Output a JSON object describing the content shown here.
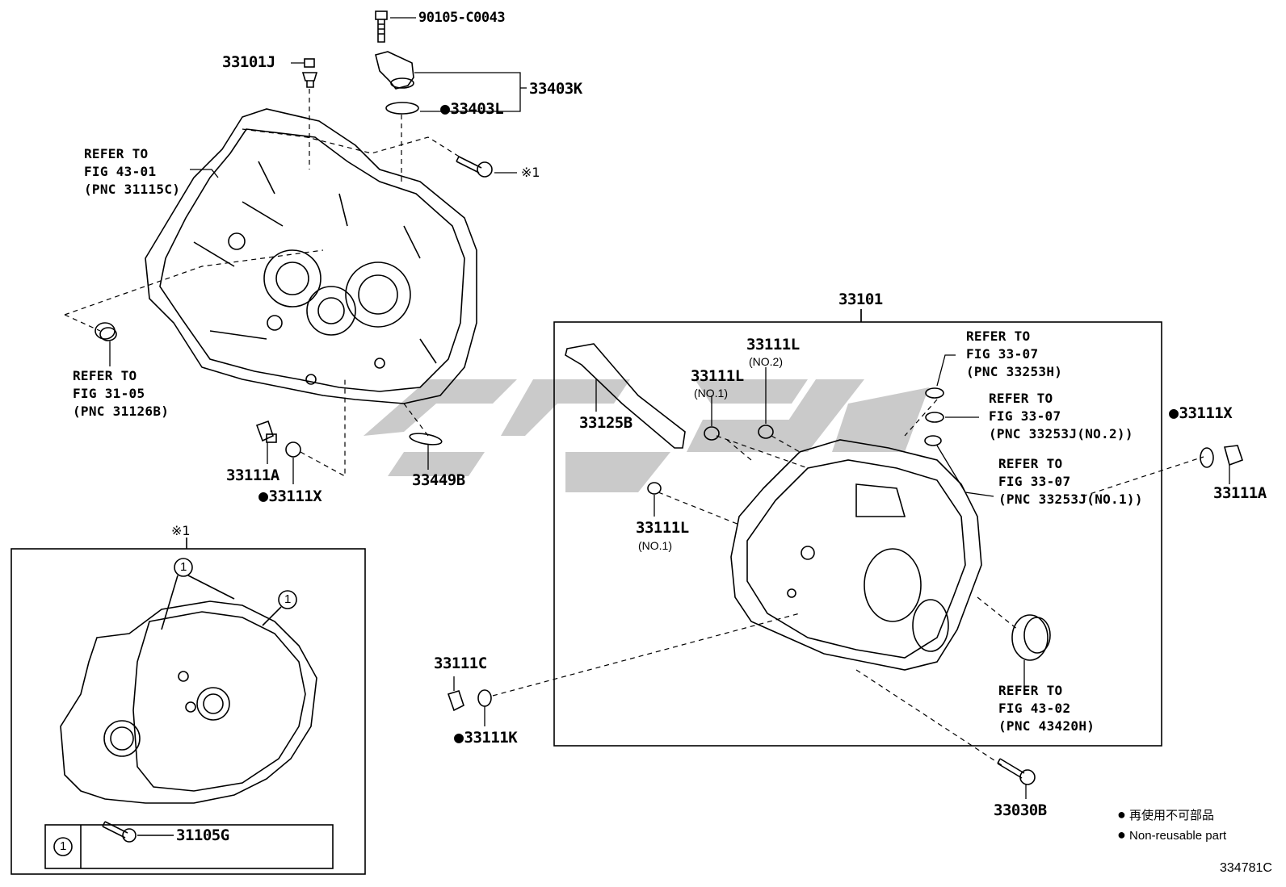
{
  "diagram": {
    "parts": {
      "p90105": "90105-C0043",
      "p33101J": "33101J",
      "p33403K": "33403K",
      "p33403L": "33403L",
      "p33101": "33101",
      "p33111L_top": "33111L",
      "p33111L_mid": "33111L",
      "p33111L_low": "33111L",
      "p33125B": "33125B",
      "p33111X_right": "33111X",
      "p33111A_right": "33111A",
      "p33111A_left": "33111A",
      "p33111X_left": "33111X",
      "p33449B": "33449B",
      "p33111C": "33111C",
      "p33111K": "33111K",
      "p33030B": "33030B",
      "p31105G": "31105G"
    },
    "sub_labels": {
      "no2": "(NO.2)",
      "no1_a": "(NO.1)",
      "no1_b": "(NO.1)"
    },
    "refs": {
      "ref_43_01": "REFER TO\nFIG 43-01\n(PNC 31115C)",
      "ref_31_05": "REFER TO\nFIG 31-05\n(PNC 31126B)",
      "ref_33_07_h": "REFER TO\nFIG 33-07\n(PNC 33253H)",
      "ref_33_07_j2": "REFER TO\nFIG 33-07\n(PNC 33253J(NO.2))",
      "ref_33_07_j1": "REFER TO\nFIG 33-07\n(PNC 33253J(NO.1))",
      "ref_43_02": "REFER TO\nFIG 43-02\n(PNC 43420H)"
    },
    "markers": {
      "star1_bolt": "※1",
      "star1_box": "※1",
      "circle1": "1"
    },
    "legend": {
      "jp": "再使用不可部品",
      "en": "Non-reusable part"
    },
    "figure_number": "334781C"
  }
}
